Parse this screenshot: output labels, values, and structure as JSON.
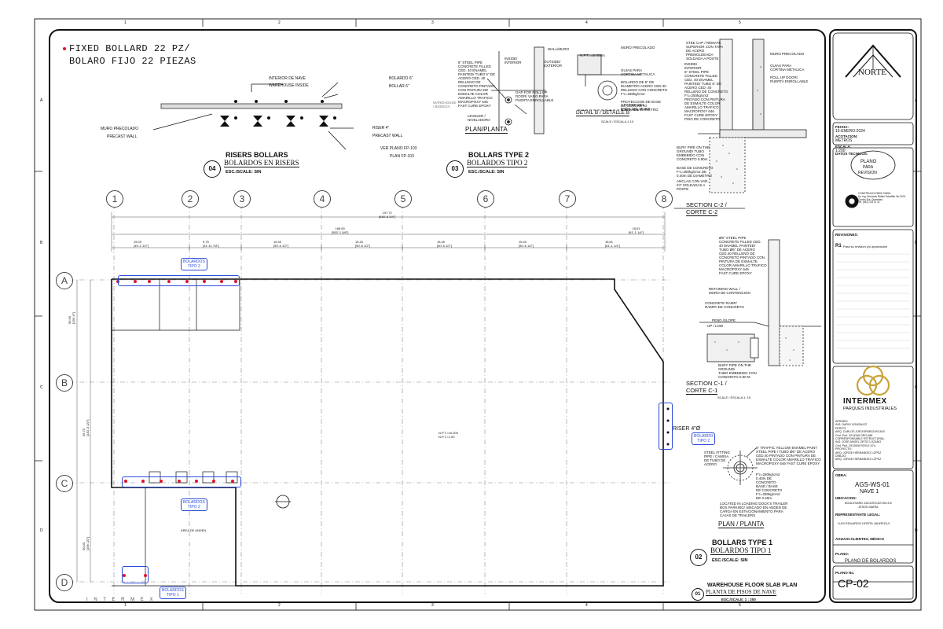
{
  "grid_top": [
    "1",
    "2",
    "3",
    "4",
    "5"
  ],
  "grid_side": [
    "A",
    "B",
    "C",
    "D"
  ],
  "header_note": {
    "line1": "FIXED BOLLARD 22 PZ/",
    "line2": "BOLARO FIJO 22 PIEZAS"
  },
  "detail04": {
    "labels": {
      "interior_es": "INTERIOR DE NAVE",
      "interior_en": "WAREHOUSE INSIDE",
      "bollard_es": "BOLARDO 6\"",
      "bollard_en": "BOLLAR 6\"",
      "wall_es": "MURO PRECOLADO",
      "wall_en": "PRECAST WALL",
      "riser": "RISER 4\"",
      "riser_wall": "PRECAST WALL",
      "ref_en": "VER PLANO FP-103",
      "ref_es": "PLAN FP-103"
    },
    "num": "04",
    "title_en": "RISERS BOLLARS",
    "title_es": "BOLARDOS EN RISERS",
    "scale": "ESC./SCALE: SIN"
  },
  "detail03": {
    "num": "03",
    "title_en": "BOLLARS TYPE 2",
    "title_es": "BOLARDOS TIPO 2",
    "scale": "ESC./SCALE: SIN",
    "pipe_note": "6\" STEEL PIPE\nCONCRETE FILLED\nCED. 40 ENAMEL\nPAINTED/ TUBO 6\" DE\nACERO CED. 40\nRELLENO DE\nCONCRETO PINTADO\nCON PINTURA DE\nESMALTE COLOR\nAMARILLO TRAFICO\nMACROPOXY 646\nFAST CURE EPOXY",
    "inside": "INSIDE/\nINTERIOR",
    "outside": "OUTSIDE/\nEXTERIOR",
    "wall": "WALL/MURO",
    "gap": "GAP FOR ROLL UP\nDOOR/ VANO PARA\nPUERTA ENROLLABLE",
    "leveler": "LEVELER /\nNIVELADORA",
    "warehouse": "WAREHOUSE\n/ BODEGA",
    "plan": "PLAN/PLANTA",
    "detailB": "DETAIL B / DETALLE B",
    "detailB_scale": "SCALE / ESCALA 1:10",
    "detailB_notes": "GUIAS PARA\nCORTINA METALICA\n\nBOLARDO DE 6\" DE\nDIAMETRO ACERO CED.40\nRELLENO CON CONCRETO\nF'c=250kg/cm2\n\nPROYECCION DE BASE\nDE CONCRETO\n0.40 m. DE DIAMETRO",
    "detailB_top": "MURO PRECOLADO",
    "detailB_level": "N.P.T.=±0.000m",
    "detailB_base": "A PARTIR DEL\nPAÑO DEL MURO"
  },
  "section_c2": {
    "notes_top": "STEE CAP / REMATE\nSUPERIOR CON TAPA\nDE ACERO\nPREMOLDEADA\nSOLDADA A POSTE",
    "inside": "INSIDE/\nINTERIOR",
    "pipe": "6\" STEEL PIPE\nCONCRETE FILLED\nCED. 40 ENAMEL\nPAINTED/ TUBO 6\" DE\nACERO CED. 40\nRELLENO DE CONCRETO\nF'c=250kg/cm2\nPINTADO CON PINTURA\nDE ESMALTE COLOR\nAMARILLO TRAFICO\nMACROPOXY 646\nFAST CURE EPOXY",
    "floor": "PISO DE CONCRETO",
    "bury": "BURY PIPE ON THE\nGROUND/ TUBO\nEMBEBIDO CON\nCONCRETO 0.80m",
    "base": "BASE DE CONCRETO\nF'c=250kg/cm2 DE\n0.40m DE DIAMETRO",
    "anchor": "ANCLAS CON VAR.\n#4\" SOLDADAS A\nPOSTE",
    "right": "MURO PRECOLADO\n\n\nGUIAS PARA\nCORTINA METALICA\n\nROLL UP DOOR/\nPUERTA ENROLLABLE",
    "title1": "SECTION C-2 /",
    "title2": "CORTE C-2"
  },
  "section_c1": {
    "pipe": "Ø6\" STEEL PIPE\nCONCRETE FILLED CED.\n40 ENAMEL PAINTED/\nTUBO Ø6\" DE ACERO\nCED.40 RELLENO DE\nCONCRETO PINTADO CON\nPINTURA DE ESMALTE\nCOLOR AMARILLO TRAFICO\nMACROPOXY 646\nFAST CURE EPOXY",
    "retaining": "RETAINING WALL /\nMURO DE CONTENCION",
    "ramp": "CONCRETE RAMP/\nRAMPA DE CONCRETO",
    "pend": "PEND./SLOPE",
    "up": "UP / LOW",
    "bury": "BURY PIPE ON THE\nGROUND/\nTUBO EMBEBIDO CON\nCONCRETO 0.80 M",
    "title1": "SECTION C-1 /",
    "title2": "CORTE C-1",
    "scale": "SCALE / ESCALA 1: 15"
  },
  "detail02": {
    "num": "02",
    "title_en": "BOLLARS TYPE 1",
    "title_es": "BOLARDOS TIPO 1",
    "scale": "ESC./SCALE: SIN",
    "fitting": "STEEL FITTING\nPIPE / CAMISA\nDE TUBO DE\nACERO",
    "paint": "6\" TRAFFIC YELLOW ENAMEL PAINT\nSTEEL PIPE / TUBO Ø6\" DE ACERO\nCED.40 PINTADO CON PINTURA DE\nESMALTE COLOR AMARILLO TRAFICO\nMACROPOXY 646 FAST CURE EPOXY",
    "base": "F'c=250kg/cm2\n0.40m DE\nCONCRETO\nBASE / BASE\nDE CONCRETO\nF'c=250kg/cm2\nDE 0.40m",
    "located": "LOCATED IN LOADING DOCK'S TRAILER\nBOX PARKING/ UBICADO EN ANDEN DE\nCARGA EN ESTACIONAMIENTO PARA\nCAJAS DE TRAILERS",
    "plan": "PLAN / PLANTA"
  },
  "plan01": {
    "num": "01",
    "title_en": "WAREHOUSE FLOOR SLAB PLAN",
    "title_es": "PLANTA DE PISOS DE NAVE",
    "scale": "ESC./SCALE: 1 : 200",
    "cols": [
      "1",
      "2",
      "3",
      "4",
      "5",
      "6",
      "7",
      "8"
    ],
    "rows": [
      "A",
      "B",
      "C",
      "D"
    ],
    "dims_total": "197.72\n[648'-8 3/4\"]",
    "dims_sub": "168.60\n[553'-1 5/8\"]",
    "dims_right": "18.61\n[61'-1 1/4\"]",
    "bays": [
      "15.00\n[49'-2 1/2\"]",
      "9.75\n[31'-11 7/8\"]",
      "15.40\n[50'-6 1/2\"]",
      "15.40\n[50'-6 1/2\"]",
      "15.40\n[50'-6 1/2\"]",
      "15.40\n[50'-6 1/2\"]",
      "18.61\n[61'-1 1/4\"]"
    ],
    "level": "N.P.T.=±0.000\nN.P.T.=1.00",
    "office": "AREA DE ANDÉN",
    "riser": "RISER 4\"Ø",
    "callouts": [
      "BOLARDOS\nTIPO 2",
      "BOLARDOS\nTIPO 2",
      "BOLARDOS\nTIPO 1",
      "BOLARDO\nTIPO 2"
    ],
    "rowdims": [
      "59.60\n[195'-6\"]",
      "39.70\n[130'-3 1/2\"]",
      "60.00\n[196'-10\"]"
    ]
  },
  "footer_brand": "I N T E R M E X",
  "titleblock": {
    "north": "NORTE",
    "fecha_label": "FECHA:",
    "fecha": "15-ENERO-2024",
    "acot_label": "ACOTACION:",
    "acot": "METROS",
    "escala_label": "ESCALA:",
    "escala": "1:200",
    "datos": "DATOS TECNICOS:",
    "stamp_l1": "PLANO",
    "stamp_l2": "PARA",
    "stamp_l3": "REVISION",
    "company_small": "CONSTRUCCIONES CIMSA\nAv. Ing. Armando Birlain Schaffler No.2001\nCentro Sur, Querétaro\nTel: (442) 111 11 11",
    "revisiones": "REVISIONES:",
    "rev_no": "R1",
    "rev_text": "Para su revisión y/o aprobación",
    "brand": "INTERMEX",
    "brand_sub": "PARQUES INDUSTRIALES",
    "people": "APROBO:\nING. DARIO GONZALEZ\nPERITO:\nARQ. CARLOS JOB ESPARZA ROJAS\nCed. Prof. 3214346 DRO-586\nCORRESPONSABLE ESTRUCTURAL:\nING. JOSE ANGEL ORTIZ LOZANO\nCed. Prof. 2912006 ROS-E-074\nPROYECTO:\nARQ. JORGE HERNANDEZ LÓPEZ\nDIBUJO:\nARQ. JORGE HERNANDEZ LÓPEZ",
    "obra_label": "OBRA:",
    "obra1": "AGS-WS-01",
    "obra2": "NAVE 1",
    "ubic_label": "UBICACION:",
    "ubic": "BOULEVARD ZACATECAS KM 8.5\nJESÚS MARÍA",
    "rep_label": "REPRESENTANTE LEGAL:",
    "rep": "LUIS EDUARDO HORTA JAUREGUI",
    "city": "AGUASCALIENTES, MÉXICO",
    "plano_label": "PLANO:",
    "plano": "PLANO DE BOLARDOS",
    "plano_no_label": "PLANO No.",
    "plano_no": "CP-02"
  }
}
